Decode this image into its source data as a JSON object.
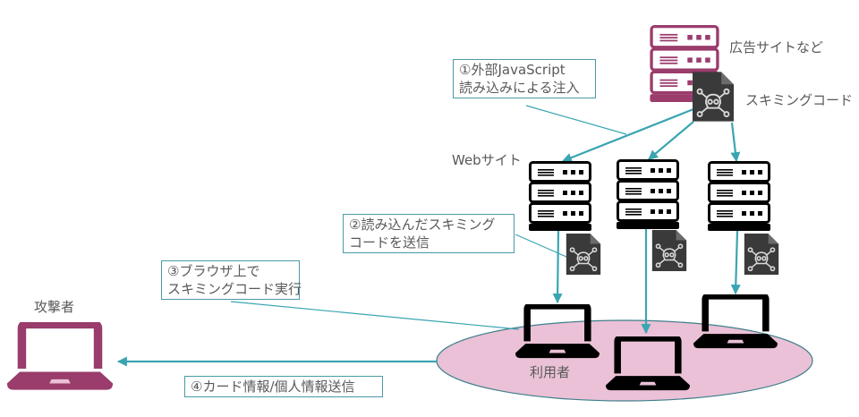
{
  "colors": {
    "accent_line": "#3aa5b2",
    "callout_border": "#4a9aa5",
    "attacker": "#9a3c6c",
    "ad_server": "#9a3c6c",
    "web_server": "#000000",
    "skimming_file": "#3a3a3a",
    "users_ellipse_fill": "#eac1d6",
    "users_ellipse_stroke": "#3d7f8a",
    "text": "#595959"
  },
  "labels": {
    "ad_site": "広告サイトなど",
    "skimming_code": "スキミングコード",
    "website": "Webサイト",
    "attacker": "攻撃者",
    "users": "利用者"
  },
  "callouts": {
    "step1": {
      "line1": "①外部JavaScript",
      "line2": "読み込みによる注入"
    },
    "step2": {
      "line1": "②読み込んだスキミング",
      "line2": "コードを送信"
    },
    "step3": {
      "line1": "③ブラウザ上で",
      "line2": "スキミングコード実行"
    },
    "step4": {
      "line1": "④カード情報/個人情報送信"
    }
  },
  "icons": {
    "ad_server": "server-rack-icon",
    "web_servers": [
      "server-rack-icon",
      "server-rack-icon",
      "server-rack-icon"
    ],
    "skimming_files": [
      "skull-document-icon",
      "skull-document-icon",
      "skull-document-icon",
      "skull-document-icon"
    ],
    "user_laptops": [
      "laptop-icon",
      "laptop-icon",
      "laptop-icon"
    ],
    "attacker_laptop": "laptop-icon"
  }
}
